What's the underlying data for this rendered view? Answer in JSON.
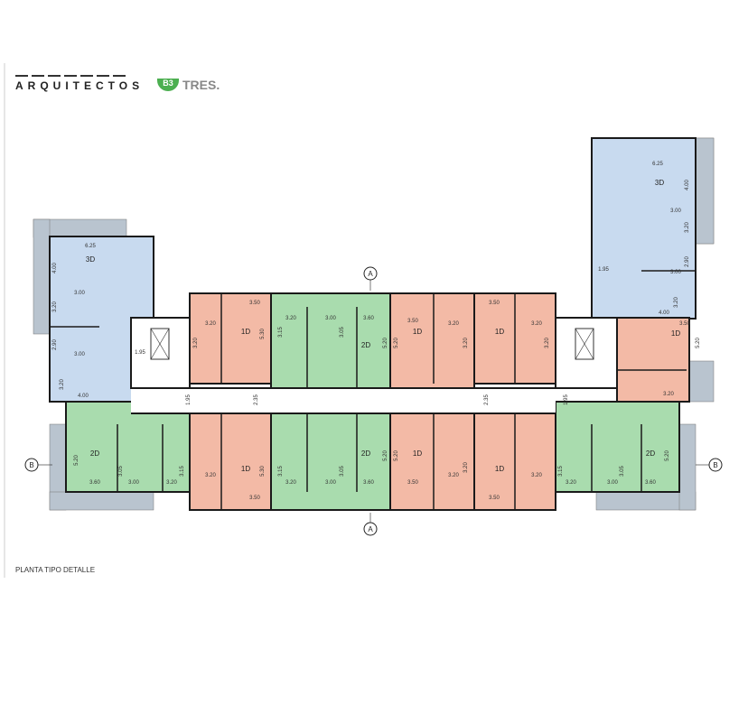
{
  "header": {
    "logo_left": "ARQUITECTOS",
    "logo_right_badge": "B3",
    "logo_right": "TRES."
  },
  "caption": "PLANTA TIPO DETALLE",
  "colors": {
    "three_bed": "#c8daef",
    "two_bed": "#a9dcae",
    "one_bed": "#f3baa6",
    "terrace": "#b9c4cf",
    "walls": "#1a1a1a"
  },
  "section_markers": {
    "a": "A",
    "b": "B"
  },
  "units": [
    "3D",
    "3D",
    "1D",
    "2D",
    "1D",
    "1D",
    "1D",
    "2D",
    "1D",
    "2D",
    "1D",
    "1D",
    "2D"
  ],
  "dims": [
    "6.25",
    "4.00",
    "3.00",
    "3.20",
    "2.90",
    "3.00",
    "3.20",
    "4.00",
    "1.95",
    "6.25",
    "4.00",
    "3.00",
    "3.20",
    "2.90",
    "3.00",
    "3.20",
    "4.00",
    "1.95",
    "3.50",
    "3.20",
    "3.20",
    "5.30",
    "3.20",
    "3.00",
    "3.60",
    "3.15",
    "3.05",
    "5.20",
    "3.50",
    "5.20",
    "3.20",
    "3.20",
    "3.50",
    "3.20",
    "3.20",
    "5.20",
    "3.20",
    "3.50",
    "1.95",
    "2.35",
    "2.35",
    "1.95",
    "5.20",
    "3.60",
    "3.00",
    "3.20",
    "3.15",
    "3.05",
    "3.20",
    "3.50",
    "5.30",
    "3.15",
    "3.20",
    "3.00",
    "3.60",
    "3.05",
    "5.20",
    "3.50",
    "5.20",
    "3.20",
    "3.20",
    "3.50",
    "3.20",
    "3.15",
    "3.20",
    "3.00",
    "3.60",
    "3.05",
    "5.20"
  ]
}
